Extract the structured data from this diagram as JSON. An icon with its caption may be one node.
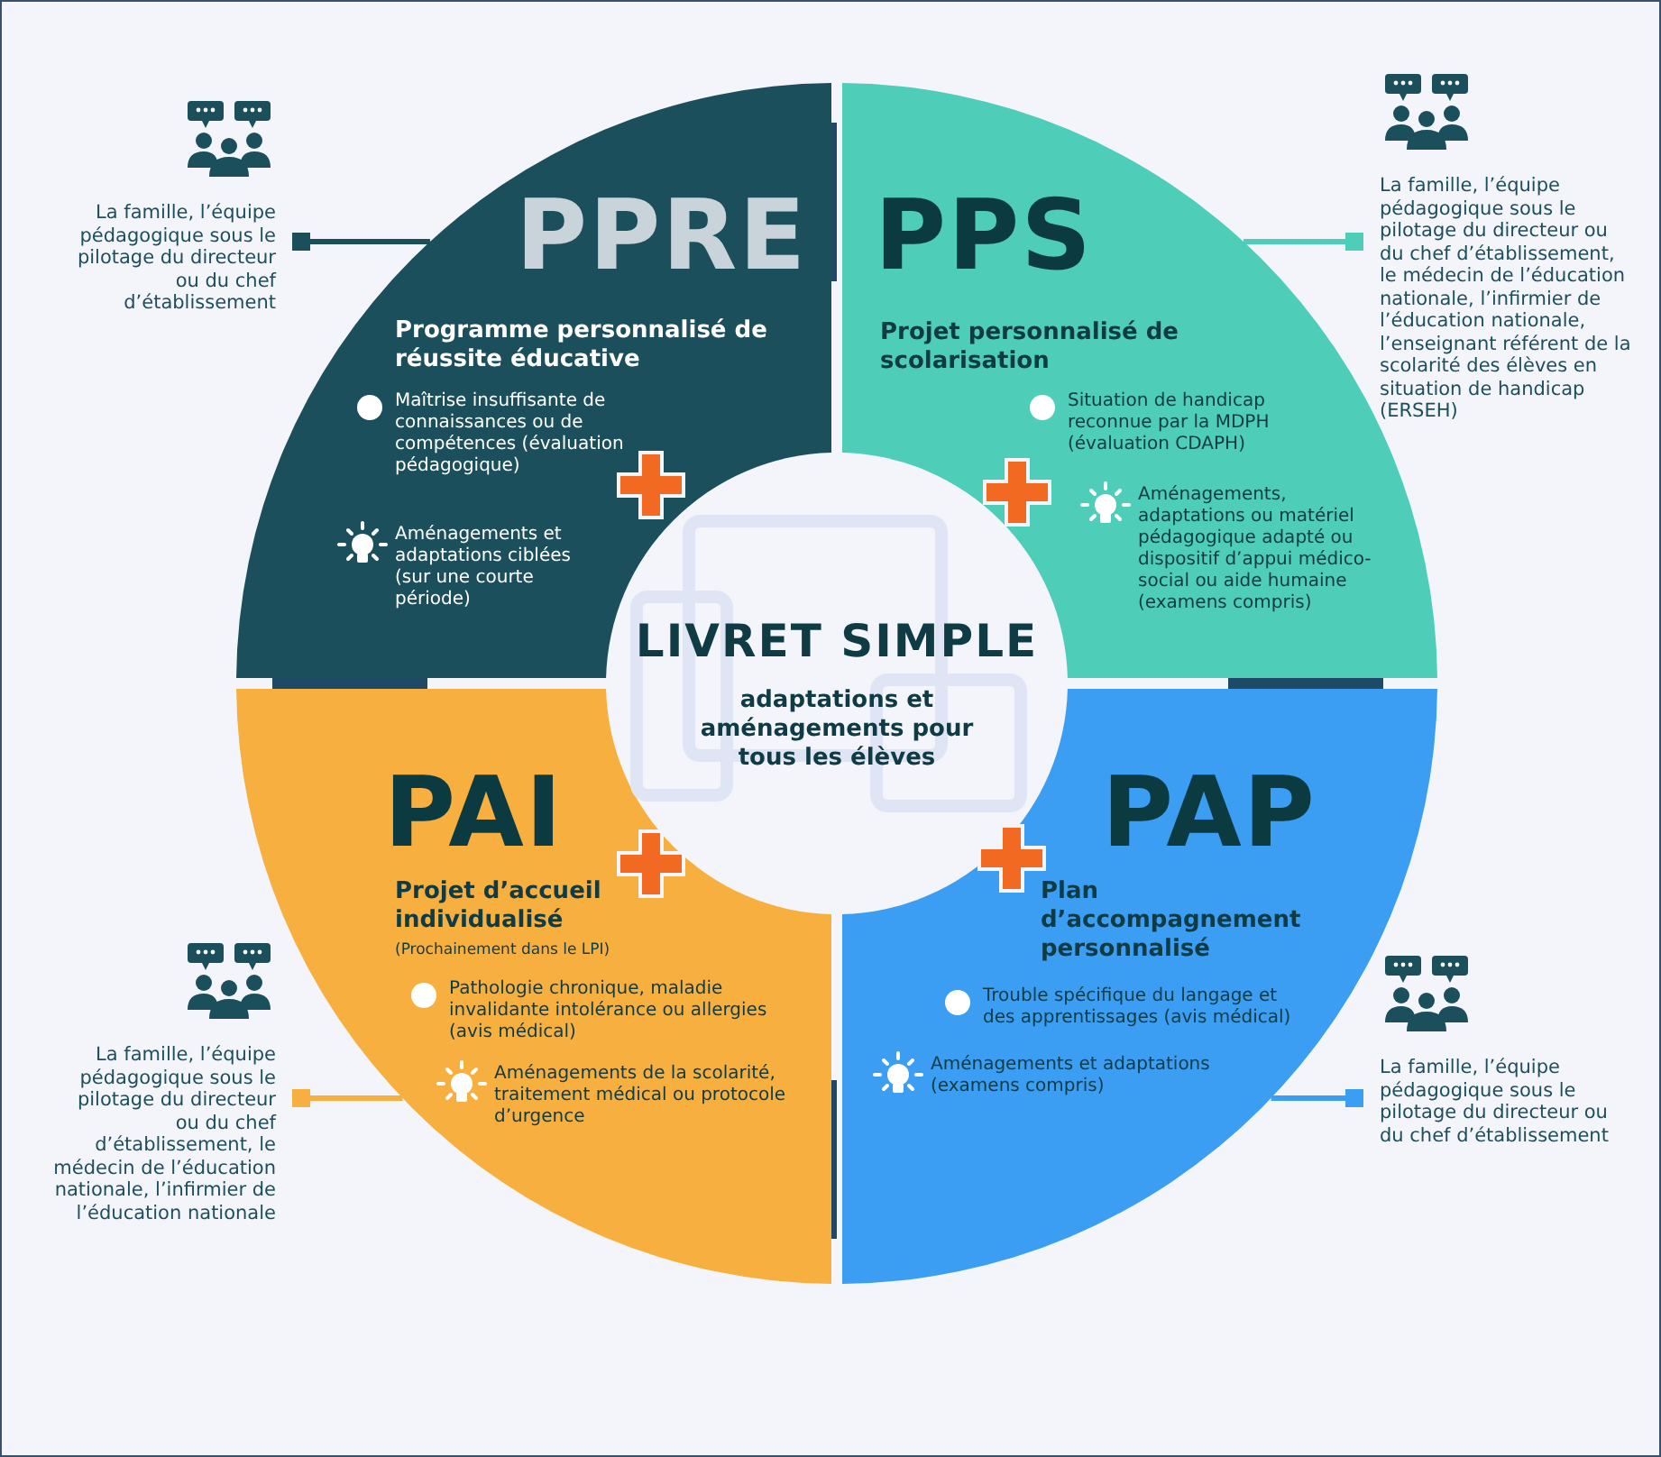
{
  "diagram": {
    "nodes": [
      {
        "text": [
          "LIVRET SIMPLE",
          "adaptations et aménagements pour tous les élèves"
        ]
      },
      {
        "text": [
          "PPRE",
          "Programme personnalisé de réussite éducative",
          "Maîtrise insuffisante de connaissances ou de compétences (évaluation pédagogique)",
          "Aménagements et adaptations ciblées (sur une courte période)"
        ]
      },
      {
        "text": [
          "PPS",
          "Projet personnalisé de scolarisation",
          "Situation de handicap reconnue par la MDPH (évaluation CDAPH)",
          "Aménagements, adaptations ou matériel pédagogique adapté ou dispositif d’appui médico-social ou aide humaine (examens compris)"
        ]
      },
      {
        "text": [
          "PAI",
          "Projet d’accueil individualisé",
          "(Prochainement dans le LPI)",
          "Pathologie chronique, maladie invalidante intolérance ou allergies (avis médical)",
          "Aménagements de la scolarité, traitement médical ou protocole d’urgence"
        ]
      },
      {
        "text": [
          "PAP",
          "Plan d’accompagnement personnalisé",
          "Trouble spécifique du langage et des apprentissages (avis médical)",
          "Aménagements et adaptations (examens compris)"
        ]
      },
      {
        "text": [
          "La famille, l’équipe pédagogique sous le pilotage du directeur ou du chef d’établissement"
        ]
      },
      {
        "text": [
          "La famille, l’équipe pédagogique sous le pilotage du directeur ou du chef d’établissement, le médecin de l’éducation nationale, l’infirmier de l’éducation nationale, l’enseignant référent de la scolarité des élèves en situation de handicap (ERSEH)"
        ]
      },
      {
        "text": [
          "La famille, l’équipe pédagogique sous le pilotage du directeur ou du chef d’établissement, le médecin de l’éducation nationale, l’infirmier de l’éducation nationale"
        ]
      },
      {
        "text": [
          "La famille, l’équipe pédagogique sous le pilotage du directeur ou du chef d’établissement"
        ]
      }
    ],
    "edges": [
      {
        "from": 5,
        "to": 1,
        "arrow": "other",
        "color": "#1c4f5c"
      },
      {
        "from": 6,
        "to": 2,
        "arrow": "other",
        "color": "#4ecdb8"
      },
      {
        "from": 7,
        "to": 3,
        "arrow": "other",
        "color": "#f7b040"
      },
      {
        "from": 8,
        "to": 4,
        "arrow": "other",
        "color": "#3b9ef2"
      }
    ]
  }
}
